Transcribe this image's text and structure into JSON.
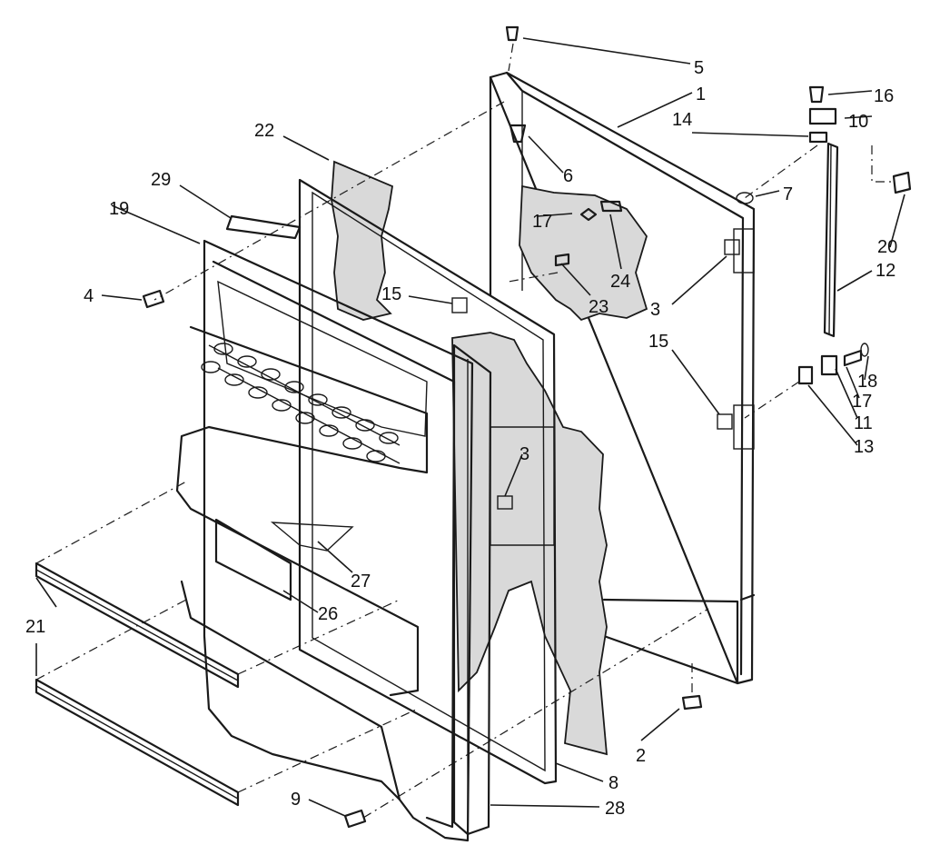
{
  "diagram": {
    "accent_color": "#1a1a1a",
    "callouts": [
      {
        "id": "1",
        "label": "1"
      },
      {
        "id": "2",
        "label": "2"
      },
      {
        "id": "3a",
        "label": "3"
      },
      {
        "id": "3b",
        "label": "3"
      },
      {
        "id": "4",
        "label": "4"
      },
      {
        "id": "5",
        "label": "5"
      },
      {
        "id": "6",
        "label": "6"
      },
      {
        "id": "7",
        "label": "7"
      },
      {
        "id": "8",
        "label": "8"
      },
      {
        "id": "9",
        "label": "9"
      },
      {
        "id": "10",
        "label": "10"
      },
      {
        "id": "11",
        "label": "11"
      },
      {
        "id": "12",
        "label": "12"
      },
      {
        "id": "13",
        "label": "13"
      },
      {
        "id": "14",
        "label": "14"
      },
      {
        "id": "15a",
        "label": "15"
      },
      {
        "id": "15b",
        "label": "15"
      },
      {
        "id": "16",
        "label": "16"
      },
      {
        "id": "17a",
        "label": "17"
      },
      {
        "id": "17b",
        "label": "17"
      },
      {
        "id": "18",
        "label": "18"
      },
      {
        "id": "19",
        "label": "19"
      },
      {
        "id": "20",
        "label": "20"
      },
      {
        "id": "21",
        "label": "21"
      },
      {
        "id": "22",
        "label": "22"
      },
      {
        "id": "23",
        "label": "23"
      },
      {
        "id": "24",
        "label": "24"
      },
      {
        "id": "26",
        "label": "26"
      },
      {
        "id": "27",
        "label": "27"
      },
      {
        "id": "28",
        "label": "28"
      },
      {
        "id": "29",
        "label": "29"
      }
    ]
  }
}
